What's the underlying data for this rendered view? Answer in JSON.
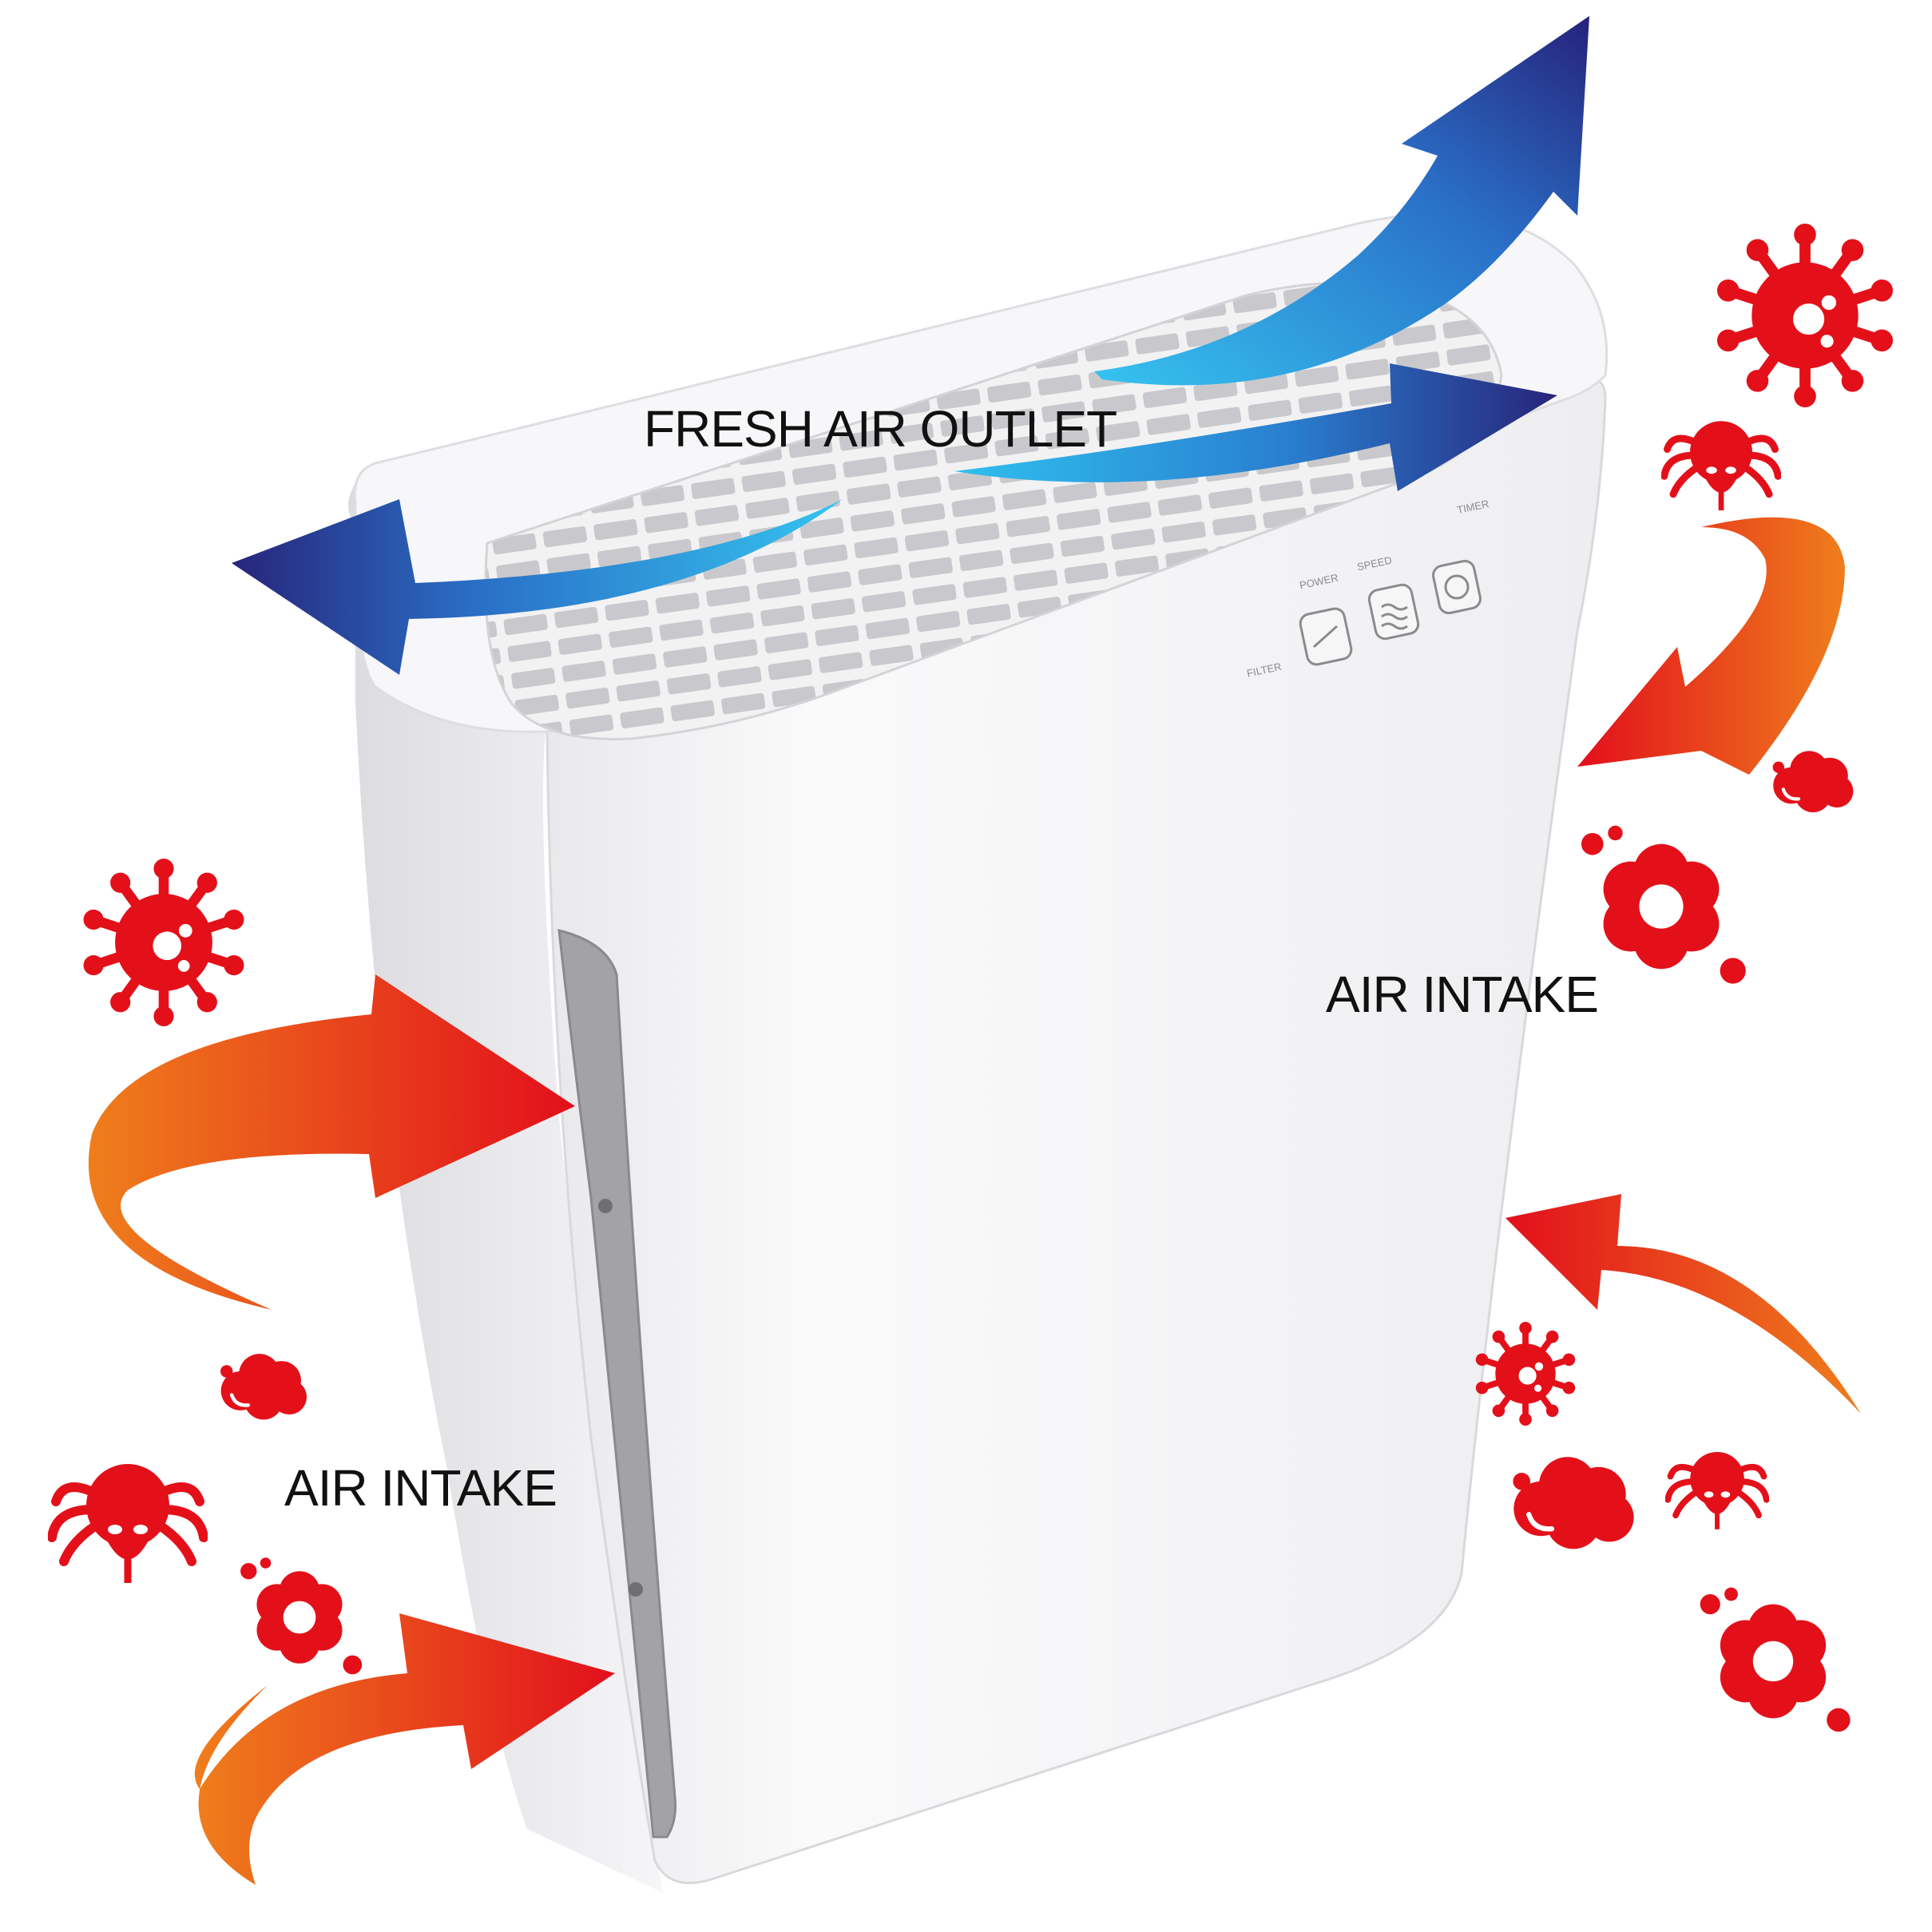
{
  "labels": {
    "fresh_air_outlet": "FRESH AIR OUTLET",
    "air_intake_right": "AIR INTAKE",
    "air_intake_left": "AIR INTAKE"
  },
  "control_panel_labels": [
    "POWER",
    "SPEED",
    "TIMER",
    "FILTER"
  ],
  "icons": [
    "virus-icon",
    "dust-mite-icon",
    "dust-cloud-icon",
    "pollen-icon",
    "power-button-icon",
    "fan-speed-icon",
    "timer-icon"
  ],
  "colors": {
    "outlet_arrow_light": "#2eb6e8",
    "outlet_arrow_dark": "#27287e",
    "intake_arrow_orange": "#ee7a1a",
    "intake_arrow_red": "#e3101a",
    "allergen_red": "#e3101a",
    "purifier_body": "#f4f4f6",
    "handle_grey": "#9a9a9e",
    "background": "#ffffff"
  }
}
